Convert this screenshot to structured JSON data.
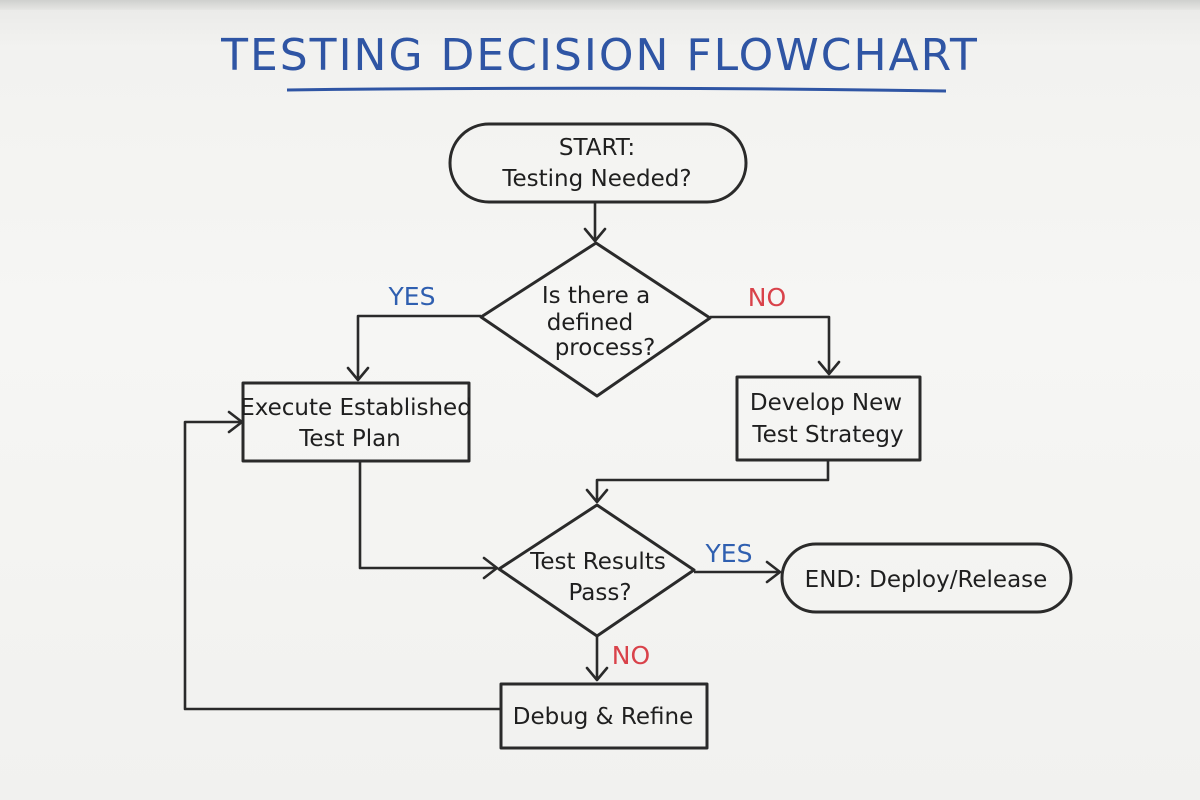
{
  "title": "TESTING DECISION FLOWCHART",
  "nodes": {
    "start": {
      "line1": "START:",
      "line2": "Testing Needed?"
    },
    "decision_process": {
      "line1": "Is there a",
      "line2": "defined",
      "line3": "process?"
    },
    "execute": {
      "line1": "Execute Established",
      "line2": "Test Plan"
    },
    "develop": {
      "line1": "Develop New",
      "line2": "Test Strategy"
    },
    "decision_pass": {
      "line1": "Test Results",
      "line2": "Pass?"
    },
    "end": {
      "label": "END: Deploy/Release"
    },
    "debug": {
      "label": "Debug & Refine"
    }
  },
  "edge_labels": {
    "process_yes": "YES",
    "process_no": "NO",
    "pass_yes": "YES",
    "pass_no": "NO"
  },
  "colors": {
    "title": "#2f55a4",
    "yes": "#2f5fb0",
    "no": "#d9424a",
    "ink": "#2a2a2a"
  }
}
